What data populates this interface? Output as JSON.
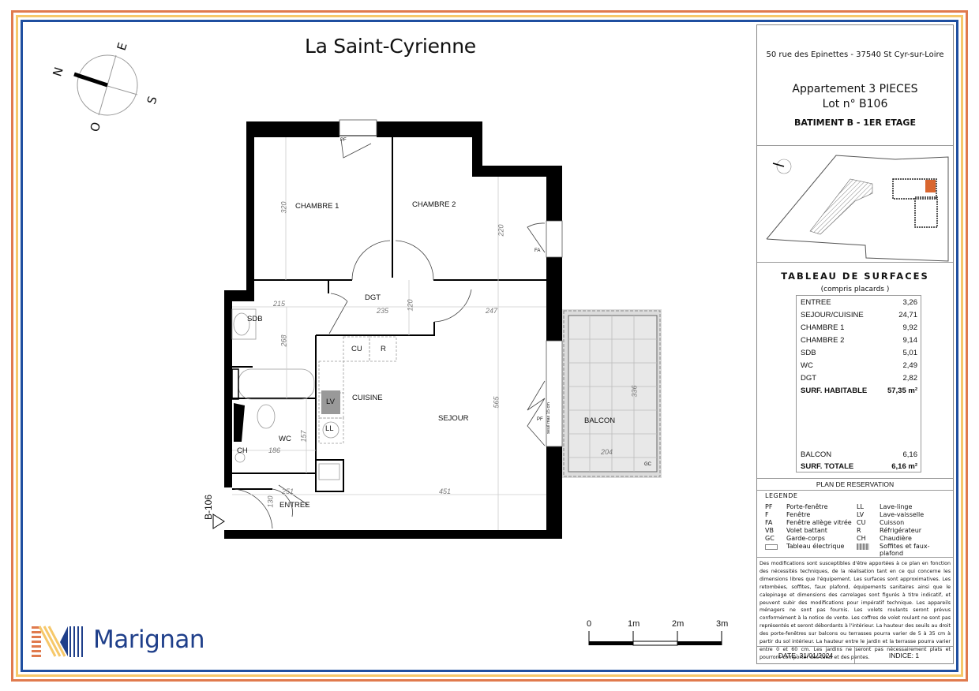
{
  "document": {
    "title": "La Saint-Cyrienne",
    "colors": {
      "frame_outer": "#e07a4d",
      "frame_mid": "#f6c86a",
      "frame_inner": "#1f4fa0",
      "logo_blue": "#1f3f8a",
      "highlight_lot": "#d9662f"
    }
  },
  "compass": {
    "n": "N",
    "e": "E",
    "s": "S",
    "o": "O",
    "icon": "compass-rose-icon"
  },
  "plan": {
    "rooms": {
      "chambre1": "CHAMBRE 1",
      "chambre2": "CHAMBRE 2",
      "dgt": "DGT",
      "sdb": "SDB",
      "cuisine": "CUISINE",
      "sejour": "SEJOUR",
      "wc": "WC",
      "entree": "ENTREE",
      "balcon": "BALCON"
    },
    "equipment": {
      "cu": "CU",
      "r": "R",
      "lv": "LV",
      "ll": "LL",
      "ch": "CH",
      "pf_top": "PF",
      "pf_right": "PF",
      "fa": "FA",
      "gc": "GC"
    },
    "dimensions": {
      "d320": "320",
      "d220": "220",
      "d215": "215",
      "d235": "235",
      "d120": "120",
      "d247": "247",
      "d268": "268",
      "d565": "565",
      "d157": "157",
      "d186": "186",
      "d251": "251",
      "d130": "130",
      "d451": "451",
      "d336": "336",
      "d204": "204"
    },
    "seuil_note": "seuil max 15 cm",
    "lot_marker": "B-106"
  },
  "scale": {
    "ticks": [
      "0",
      "1m",
      "2m",
      "3m"
    ]
  },
  "logo": {
    "name": "Marignan"
  },
  "panel": {
    "address": "50 rue des Epinettes - 37540 St Cyr-sur-Loire",
    "apartment": "Appartement 3 PIECES",
    "lot": "Lot n° B106",
    "building": "BATIMENT B - 1ER ETAGE",
    "surfaces_title": "TABLEAU DE SURFACES",
    "surfaces_subtitle": "(compris placards )",
    "surfaces": [
      {
        "room": "ENTREE",
        "value": "3,26"
      },
      {
        "room": "SEJOUR/CUISINE",
        "value": "24,71"
      },
      {
        "room": "CHAMBRE 1",
        "value": "9,92"
      },
      {
        "room": "CHAMBRE 2",
        "value": "9,14"
      },
      {
        "room": "SDB",
        "value": "5,01"
      },
      {
        "room": "WC",
        "value": "2,49"
      },
      {
        "room": "DGT",
        "value": "2,82"
      }
    ],
    "surf_habitable": {
      "label": "SURF. HABITABLE",
      "value": "57,35 m²"
    },
    "balcon": {
      "label": "BALCON",
      "value": "6,16"
    },
    "surf_totale": {
      "label": "SURF. TOTALE",
      "value": "6,16 m²"
    },
    "plan_label": "PLAN DE RESERVATION",
    "legend_title": "LEGENDE",
    "legend_left": [
      {
        "code": "PF",
        "text": "Porte-fenêtre"
      },
      {
        "code": "F",
        "text": "Fenêtre"
      },
      {
        "code": "FA",
        "text": "Fenêtre allège vitrée"
      },
      {
        "code": "VB",
        "text": "Volet battant"
      },
      {
        "code": "GC",
        "text": "Garde-corps"
      },
      {
        "code": "",
        "text": "Tableau électrique"
      }
    ],
    "legend_right": [
      {
        "code": "LL",
        "text": "Lave-linge"
      },
      {
        "code": "LV",
        "text": "Lave-vaisselle"
      },
      {
        "code": "CU",
        "text": "Cuisson"
      },
      {
        "code": "R",
        "text": "Réfrigérateur"
      },
      {
        "code": "CH",
        "text": "Chaudière"
      },
      {
        "code": "",
        "text": "Soffites et faux-plafond"
      }
    ],
    "disclaimer": "Des modifications sont susceptibles d'être apportées à ce plan en fonction des nécessités techniques, de la réalisation tant en ce qui concerne les dimensions libres que l'équipement. Les surfaces sont approximatives. Les retombées, soffites, faux plafond, équipements sanitaires ainsi que le calepinage et dimensions des carrelages sont figurés à titre indicatif, et peuvent subir des modifications pour impératif technique. Les appareils ménagers ne sont pas fournis. Les volets roulants seront prévus conformément à la notice de vente. Les coffres de volet roulant ne sont pas représentés et seront débordants à l'intérieur. La hauteur des seuils au droit des porte-fenêtres sur balcons ou terrasses pourra varier de 5 à 35 cm à partir du sol intérieur. La hauteur entre le jardin et la terrasse pourra varier entre 0 et 60 cm. Les jardins ne seront pas nécessairement plats et pourront comporter des talus et des pentes.",
    "date": "DATE:  31/01/2024",
    "indice": "INDICE:  1"
  }
}
